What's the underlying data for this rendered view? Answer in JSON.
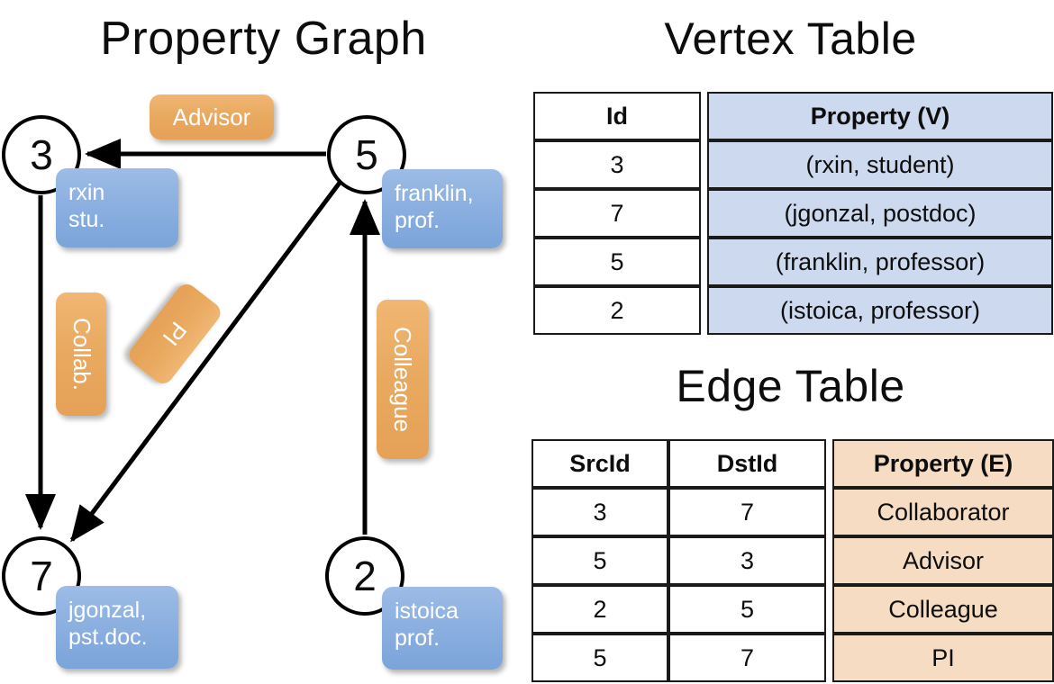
{
  "titles": {
    "graph": "Property Graph",
    "vertex_table": "Vertex Table",
    "edge_table": "Edge Table"
  },
  "graph": {
    "nodes": [
      {
        "id": "3",
        "property_line1": "rxin",
        "property_line2": "stu."
      },
      {
        "id": "5",
        "property_line1": "franklin,",
        "property_line2": "prof."
      },
      {
        "id": "7",
        "property_line1": "jgonzal,",
        "property_line2": "pst.doc."
      },
      {
        "id": "2",
        "property_line1": "istoica",
        "property_line2": "prof."
      }
    ],
    "edge_labels": [
      {
        "name": "advisor",
        "text": "Advisor"
      },
      {
        "name": "collab",
        "text": "Collab."
      },
      {
        "name": "pi",
        "text": "PI"
      },
      {
        "name": "colleague",
        "text": "Colleague"
      }
    ],
    "edges": [
      {
        "src": "5",
        "dst": "3",
        "label": "Advisor"
      },
      {
        "src": "3",
        "dst": "7",
        "label": "Collab."
      },
      {
        "src": "5",
        "dst": "7",
        "label": "PI"
      },
      {
        "src": "2",
        "dst": "5",
        "label": "Colleague"
      }
    ]
  },
  "vertex_table": {
    "headers": {
      "id": "Id",
      "property": "Property (V)"
    },
    "rows": [
      {
        "id": "3",
        "property": "(rxin, student)"
      },
      {
        "id": "7",
        "property": "(jgonzal, postdoc)"
      },
      {
        "id": "5",
        "property": "(franklin, professor)"
      },
      {
        "id": "2",
        "property": "(istoica, professor)"
      }
    ]
  },
  "edge_table": {
    "headers": {
      "src": "SrcId",
      "dst": "DstId",
      "property": "Property (E)"
    },
    "rows": [
      {
        "src": "3",
        "dst": "7",
        "property": "Collaborator"
      },
      {
        "src": "5",
        "dst": "3",
        "property": "Advisor"
      },
      {
        "src": "2",
        "dst": "5",
        "property": "Colleague"
      },
      {
        "src": "5",
        "dst": "7",
        "property": "PI"
      }
    ]
  },
  "colors": {
    "node_fill": "#ffffff",
    "node_stroke": "#000000",
    "vertex_property_fill": "#ccd9ef",
    "edge_property_fill": "#f5dcc3",
    "vertex_box": "#8cb0e0",
    "edge_box": "#e8a95f",
    "background": "#ffffff"
  }
}
